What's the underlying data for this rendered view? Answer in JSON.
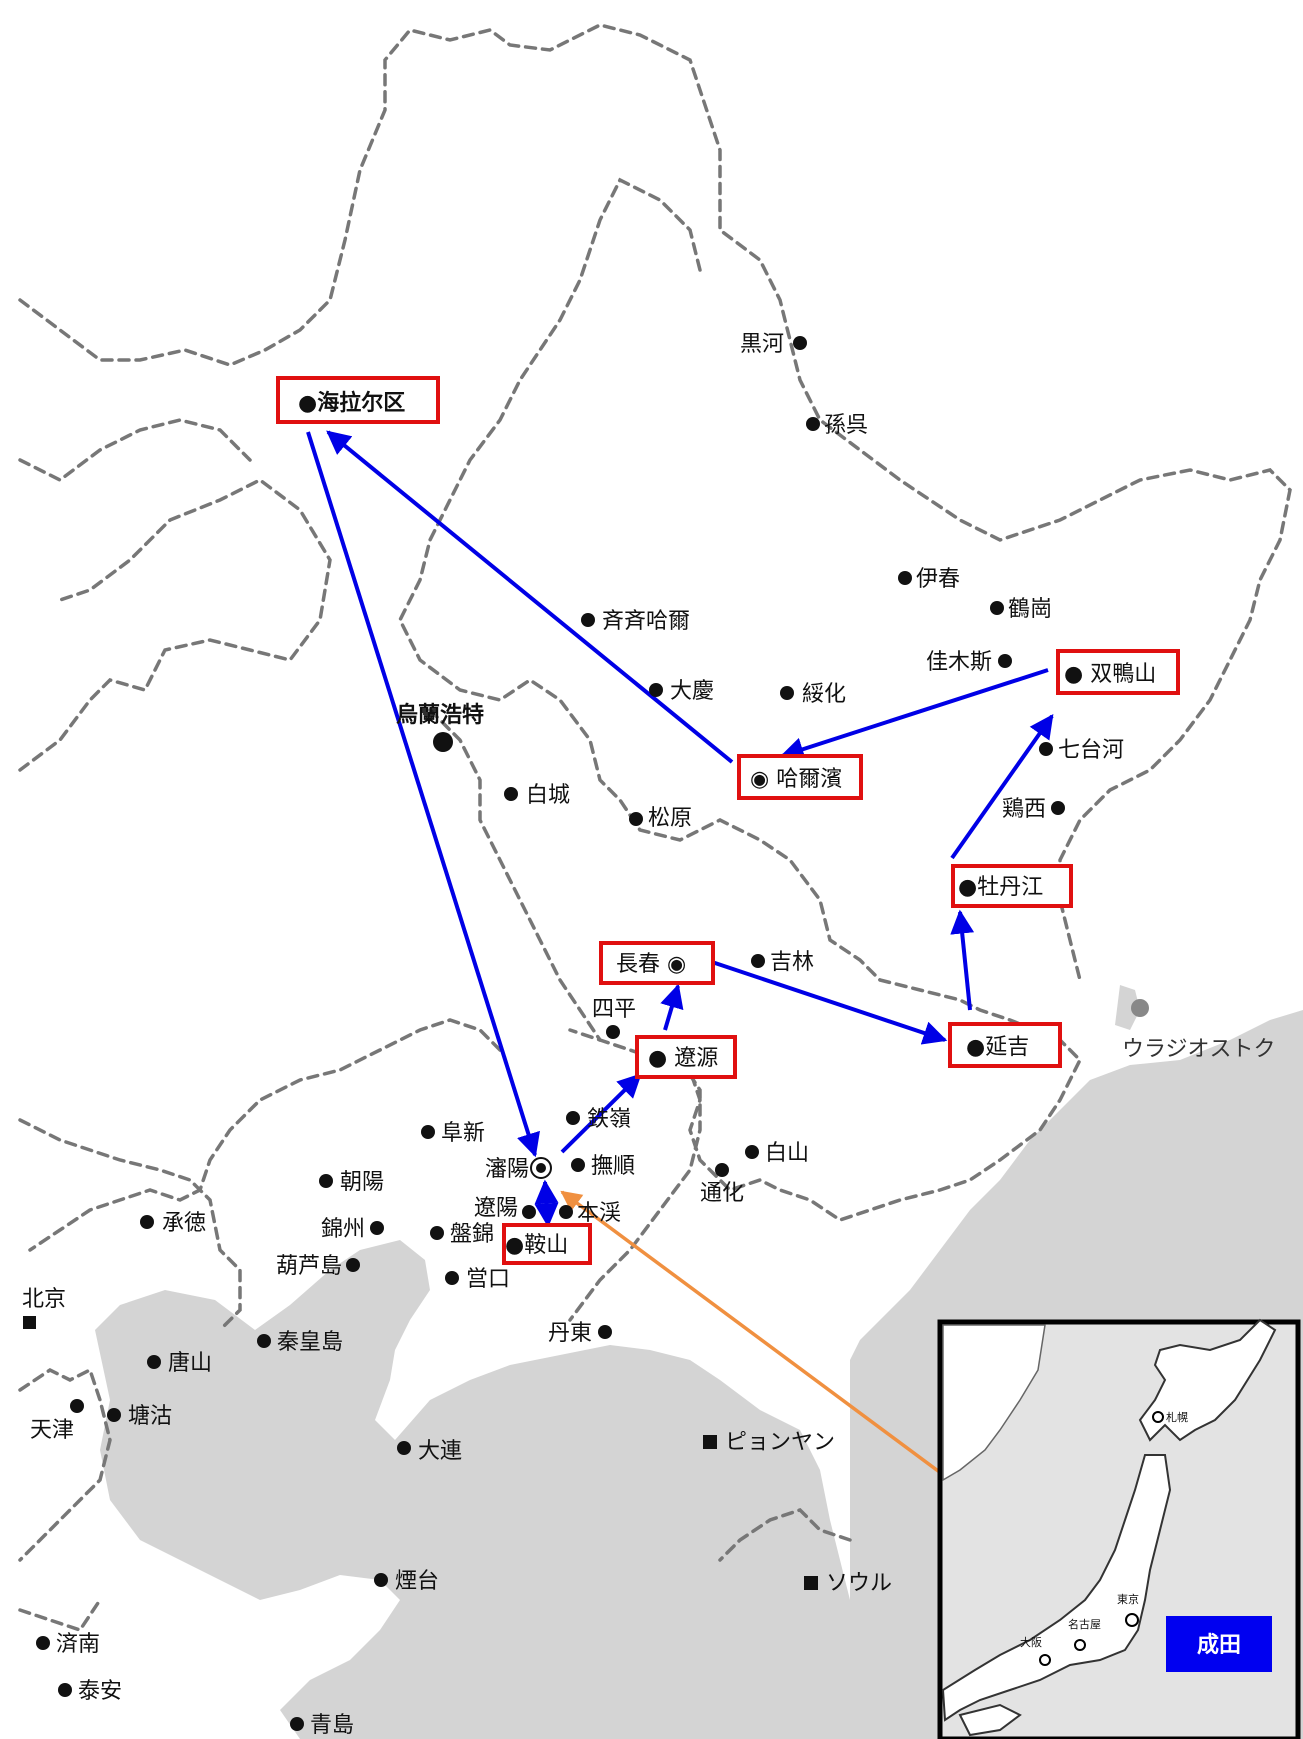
{
  "colors": {
    "route": "#0000e6",
    "highlight_box": "#e01010",
    "link_arrow": "#f09040",
    "sea": "#d4d4d4",
    "land": "#ffffff",
    "border": "#777777",
    "badge": "#0000f0"
  },
  "highlighted_places": [
    {
      "id": "hailar",
      "label": "●海拉尔区"
    },
    {
      "id": "harbin",
      "label": "◉ 哈爾濱"
    },
    {
      "id": "shuangyashan",
      "label": "● 双鴨山"
    },
    {
      "id": "mudanjiang",
      "label": "●牡丹江"
    },
    {
      "id": "yanji",
      "label": "●延吉"
    },
    {
      "id": "changchun",
      "label": "長春 ◉"
    },
    {
      "id": "liaoyuan",
      "label": "● 遼源"
    },
    {
      "id": "anshan",
      "label": "●鞍山"
    }
  ],
  "cities": [
    {
      "id": "heihe",
      "label": "黒河"
    },
    {
      "id": "sunwu",
      "label": "孫呉"
    },
    {
      "id": "yichun",
      "label": "伊春"
    },
    {
      "id": "hegang",
      "label": "鶴崗"
    },
    {
      "id": "jiamusi",
      "label": "佳木斯"
    },
    {
      "id": "qiqihar",
      "label": "斉斉哈爾"
    },
    {
      "id": "daqing",
      "label": "大慶"
    },
    {
      "id": "suihua",
      "label": "綏化"
    },
    {
      "id": "ulanhot",
      "label": "烏蘭浩特"
    },
    {
      "id": "qitaihe",
      "label": "七台河"
    },
    {
      "id": "jixi",
      "label": "鶏西"
    },
    {
      "id": "baicheng",
      "label": "白城"
    },
    {
      "id": "songyuan",
      "label": "松原"
    },
    {
      "id": "jilin",
      "label": "吉林"
    },
    {
      "id": "siping",
      "label": "四平"
    },
    {
      "id": "tieling",
      "label": "鉄嶺"
    },
    {
      "id": "fuxin",
      "label": "阜新"
    },
    {
      "id": "shenyang",
      "label": "瀋陽"
    },
    {
      "id": "fushun",
      "label": "撫順"
    },
    {
      "id": "baishan",
      "label": "白山"
    },
    {
      "id": "tonghua",
      "label": "通化"
    },
    {
      "id": "chaoyang",
      "label": "朝陽"
    },
    {
      "id": "liaoyang",
      "label": "遼陽"
    },
    {
      "id": "benxi",
      "label": "本渓"
    },
    {
      "id": "chengde",
      "label": "承徳"
    },
    {
      "id": "jinzhou",
      "label": "錦州"
    },
    {
      "id": "panjin",
      "label": "盤錦"
    },
    {
      "id": "huludao",
      "label": "葫芦島"
    },
    {
      "id": "yingkou",
      "label": "営口"
    },
    {
      "id": "beijing",
      "label": "北京"
    },
    {
      "id": "qinhuangdao",
      "label": "秦皇島"
    },
    {
      "id": "dandong",
      "label": "丹東"
    },
    {
      "id": "tangshan",
      "label": "唐山"
    },
    {
      "id": "tianjin",
      "label": "天津"
    },
    {
      "id": "tanggu",
      "label": "塘沽"
    },
    {
      "id": "dalian",
      "label": "大連"
    },
    {
      "id": "pyongyang",
      "label": "ピョンヤン"
    },
    {
      "id": "vladivostok",
      "label": "ウラジオストク"
    },
    {
      "id": "yantai",
      "label": "煙台"
    },
    {
      "id": "seoul",
      "label": "ソウル"
    },
    {
      "id": "jinan",
      "label": "済南"
    },
    {
      "id": "taian",
      "label": "泰安"
    },
    {
      "id": "qingdao",
      "label": "青島"
    }
  ],
  "inset": {
    "cities": [
      {
        "id": "sapporo",
        "label": "札幌"
      },
      {
        "id": "tokyo",
        "label": "東京"
      },
      {
        "id": "nagoya",
        "label": "名古屋"
      },
      {
        "id": "osaka",
        "label": "大阪"
      }
    ],
    "badge_label": "成田"
  }
}
